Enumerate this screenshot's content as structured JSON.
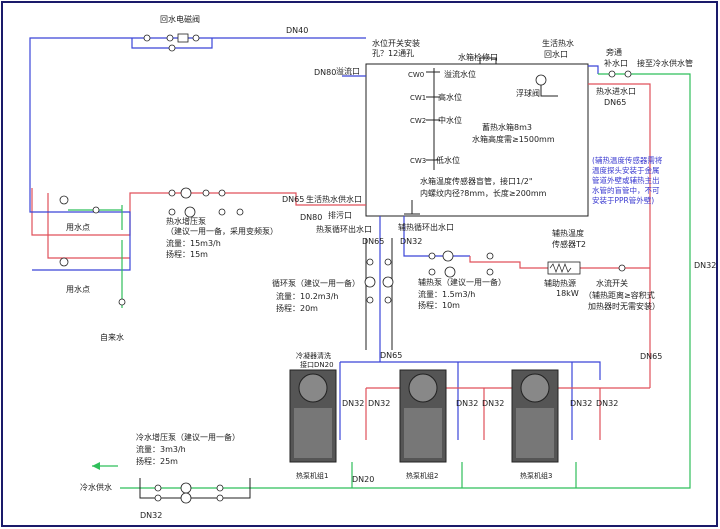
{
  "labels": {
    "return_valve": "回水电磁阀",
    "dn40": "DN40",
    "level_switch": "水位开关安装",
    "level_switch2": "孔？12通孔",
    "inspection": "水箱检修口",
    "life_return": "生活热水",
    "life_return2": "回水口",
    "bypass": "旁通",
    "bypass2": "补水口",
    "to_cold": "接至冷水供水管",
    "dn80_overflow": "DN80",
    "overflow": "溢流口",
    "cw0": "CW0",
    "cw1": "CW1",
    "cw2": "CW2",
    "cw3": "CW3",
    "overflow_level": "溢流水位",
    "high_level": "高水位",
    "mid_level": "中水位",
    "low_level": "低水位",
    "float_valve": "浮球阀",
    "hot_inlet": "热水进水口",
    "dn65_a": "DN65",
    "tank_spec": "蓄热水箱8m3",
    "tank_height": "水箱高度需≥1500mm",
    "sensor_note1": "水箱温度传感器盲管，接口1/2\"",
    "sensor_note2": "内螺纹内径?8mm，长度≥200mm",
    "aux_note": "(辅热温度传感器需将温度探头安装于金属管道外壁或辅热主出水管的盲管中，不可安装于PPR管外壁)",
    "use_point1": "用水点",
    "use_point2": "用水点",
    "boost_pump": "热水增压泵",
    "boost_pump_note": "（建议一用一备，采用变频泵）",
    "boost_flow": "流量：15m3/h",
    "boost_head": "扬程：15m",
    "dn65_b": "DN65",
    "life_supply": "生活热水供水口",
    "dn80_drain": "DN80",
    "drain": "排污口",
    "circ_outlet": "热泵循环出水口",
    "aux_outlet": "辅热循环出水口",
    "dn65_c": "DN65",
    "dn32_a": "DN32",
    "aux_pump": "辅热泵（建议一用一备）",
    "aux_flow": "流量：1.5m3/h",
    "aux_head": "扬程：10m",
    "aux_temp": "辅热温度",
    "aux_temp2": "传感器T2",
    "aux_heater": "辅助热源",
    "aux_power": "18kW",
    "flow_switch": "水流开关",
    "flow_switch_note": "（辅热距离≥容积式",
    "flow_switch_note2": "加热器时无需安装）",
    "circ_pump": "循环泵（建议一用一备）",
    "circ_flow": "流量：10.2m3/h",
    "circ_head": "扬程：20m",
    "tap_water": "自来水",
    "dn32_right": "DN32",
    "dn65_right": "DN65",
    "dn65_d": "DN65",
    "cond_clean": "冷凝器清洗",
    "cond_clean2": "接口DN20",
    "dn32_u1a": "DN32",
    "dn32_u1b": "DN32",
    "dn32_u2a": "DN32",
    "dn32_u2b": "DN32",
    "dn32_u3a": "DN32",
    "dn32_u3b": "DN32",
    "unit1": "热泵机组1",
    "unit2": "热泵机组2",
    "unit3": "热泵机组3",
    "dn20": "DN20",
    "cold_pump": "冷水增压泵（建议一用一备）",
    "cold_flow": "流量：3m3/h",
    "cold_head": "扬程：25m",
    "cold_supply": "冷水供水",
    "dn32_bottom": "DN32"
  },
  "colors": {
    "frame": "#1a1a6a",
    "pipe_blue": "#3b45d8",
    "pipe_red": "#e0505a",
    "pipe_green": "#2fbf5a",
    "note_blue": "#3a3ad0"
  },
  "icons": [
    "pump-icon",
    "valve-icon",
    "heat-pump-unit-icon",
    "tank-icon",
    "faucet-icon"
  ]
}
